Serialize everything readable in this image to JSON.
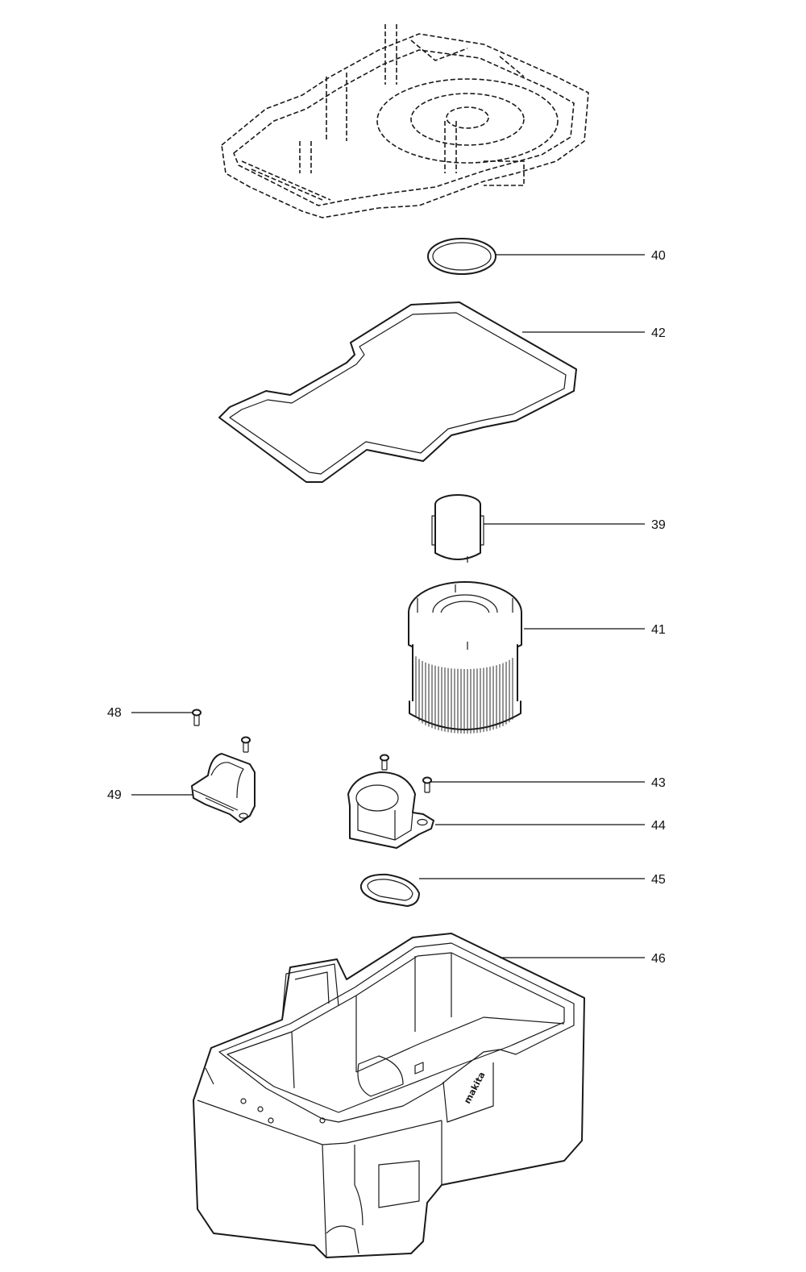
{
  "diagram": {
    "callouts": [
      {
        "id": "40",
        "label": "40"
      },
      {
        "id": "42",
        "label": "42"
      },
      {
        "id": "39",
        "label": "39"
      },
      {
        "id": "41",
        "label": "41"
      },
      {
        "id": "48",
        "label": "48"
      },
      {
        "id": "49",
        "label": "49"
      },
      {
        "id": "43",
        "label": "43"
      },
      {
        "id": "44",
        "label": "44"
      },
      {
        "id": "45",
        "label": "45"
      },
      {
        "id": "46",
        "label": "46"
      }
    ],
    "brand_text": "makita",
    "colors": {
      "line": "#1a1a1a",
      "background": "#ffffff"
    }
  }
}
